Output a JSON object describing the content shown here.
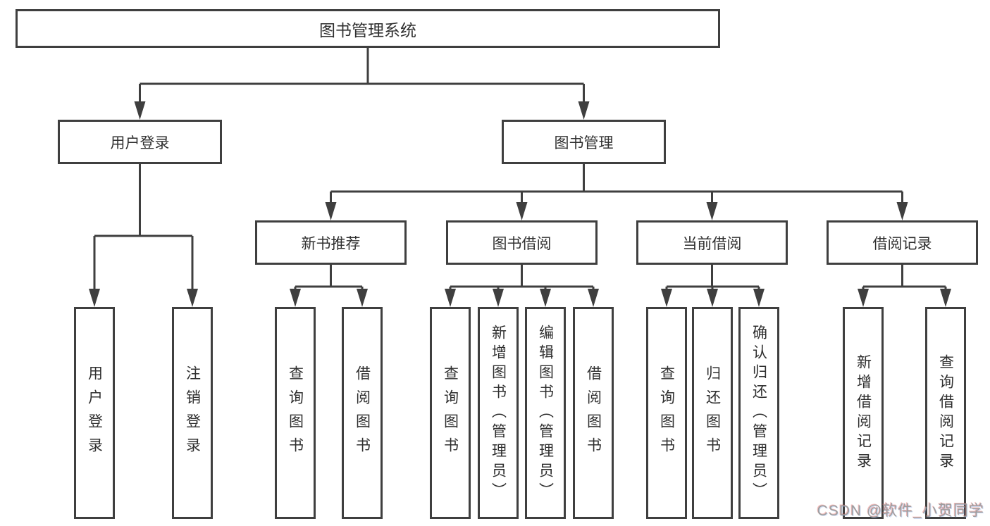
{
  "diagram": {
    "root": {
      "label": "图书管理系统"
    },
    "level1": {
      "user_login": {
        "label": "用户登录"
      },
      "book_management": {
        "label": "图书管理"
      }
    },
    "level2": {
      "new_book_recommend": {
        "label": "新书推荐"
      },
      "book_borrow": {
        "label": "图书借阅"
      },
      "current_borrow": {
        "label": "当前借阅"
      },
      "borrow_records": {
        "label": "借阅记录"
      }
    },
    "leaves": {
      "user_login": {
        "label": "用户登录"
      },
      "logout": {
        "label": "注销登录"
      },
      "recommend_query_books": {
        "label": "查询图书"
      },
      "recommend_borrow_books": {
        "label": "借阅图书"
      },
      "borrow_query_books": {
        "label": "查询图书"
      },
      "borrow_add_books_admin": {
        "label": "新增图书（管理员）"
      },
      "borrow_edit_books_admin": {
        "label": "编辑图书（管理员）"
      },
      "borrow_borrow_books": {
        "label": "借阅图书"
      },
      "current_query_books": {
        "label": "查询图书"
      },
      "current_return_books": {
        "label": "归还图书"
      },
      "current_confirm_return_admin": {
        "label": "确认归还（管理员）"
      },
      "records_add_record": {
        "label": "新增借阅记录"
      },
      "records_query_record": {
        "label": "查询借阅记录"
      }
    },
    "colors": {
      "line": "#3f3f3f",
      "text": "#2f2f2f",
      "watermark": "#9e9e9e"
    },
    "watermark": {
      "text": "CSDN @软件_小贺同学"
    }
  }
}
